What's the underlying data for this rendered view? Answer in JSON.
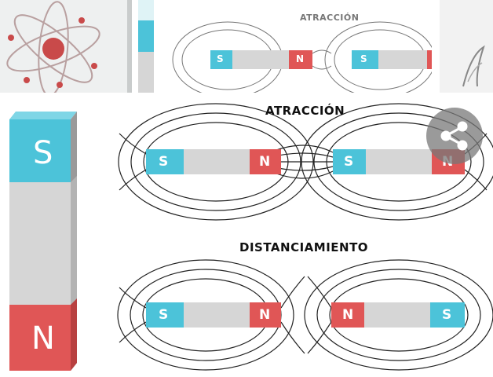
{
  "thumbnails": {
    "atom": {
      "icon": "atom-icon"
    },
    "partial": {},
    "attraction_preview": {
      "title": "ATRACCIÓN",
      "pole_s": "S",
      "pole_n": "N"
    },
    "sketch": {
      "icon": "sketch-icon"
    }
  },
  "main": {
    "bar_magnet": {
      "top_pole": "S",
      "bottom_pole": "N"
    },
    "attraction": {
      "title": "ATRACCIÓN",
      "magnet_left": {
        "left_pole": "S",
        "right_pole": "N"
      },
      "magnet_right": {
        "left_pole": "S",
        "right_pole": "N"
      }
    },
    "repulsion": {
      "title": "DISTANCIAMIENTO",
      "magnet_left": {
        "left_pole": "S",
        "right_pole": "N"
      },
      "magnet_right": {
        "left_pole": "N",
        "right_pole": "S"
      }
    }
  },
  "share_button": {
    "icon": "share-icon"
  },
  "colors": {
    "south": "#4cc3d9",
    "north": "#e05656",
    "body": "#d6d6d6"
  }
}
